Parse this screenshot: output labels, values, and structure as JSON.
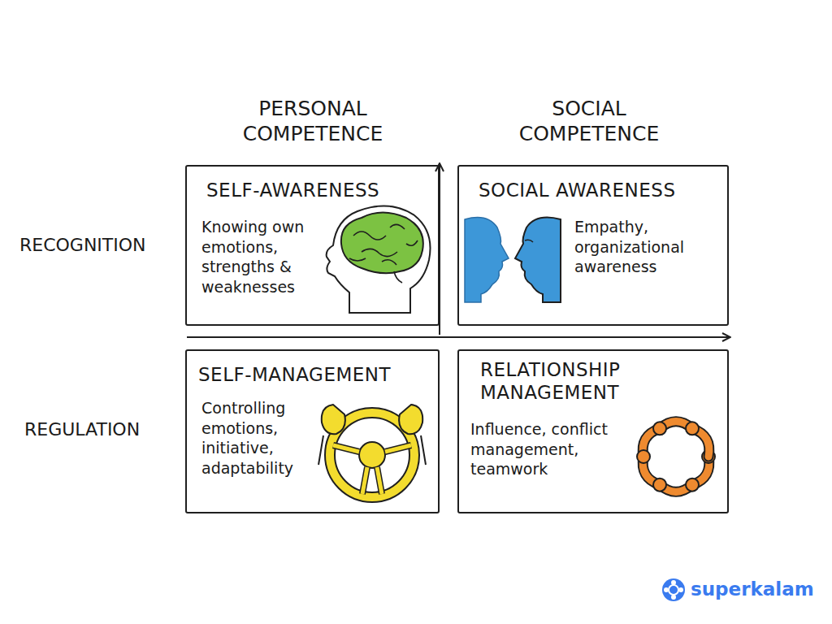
{
  "diagram": {
    "nodes": [
      {
        "text": [
          "SELF-AWARENESS",
          "Knowing own emotions, strengths & weaknesses"
        ]
      },
      {
        "text": [
          "SOCIAL AWARENESS",
          "Empathy, organizational awareness"
        ]
      },
      {
        "text": [
          "SELF-MANAGEMENT",
          "Controlling emotions, initiative, adaptability"
        ]
      },
      {
        "text": [
          "RELATIONSHIP MANAGEMENT",
          "Influence, conflict management, teamwork"
        ]
      }
    ],
    "labels": [
      "PERSONAL COMPETENCE",
      "SOCIAL COMPETENCE",
      "RECOGNITION",
      "REGULATION",
      "superkalam"
    ]
  }
}
